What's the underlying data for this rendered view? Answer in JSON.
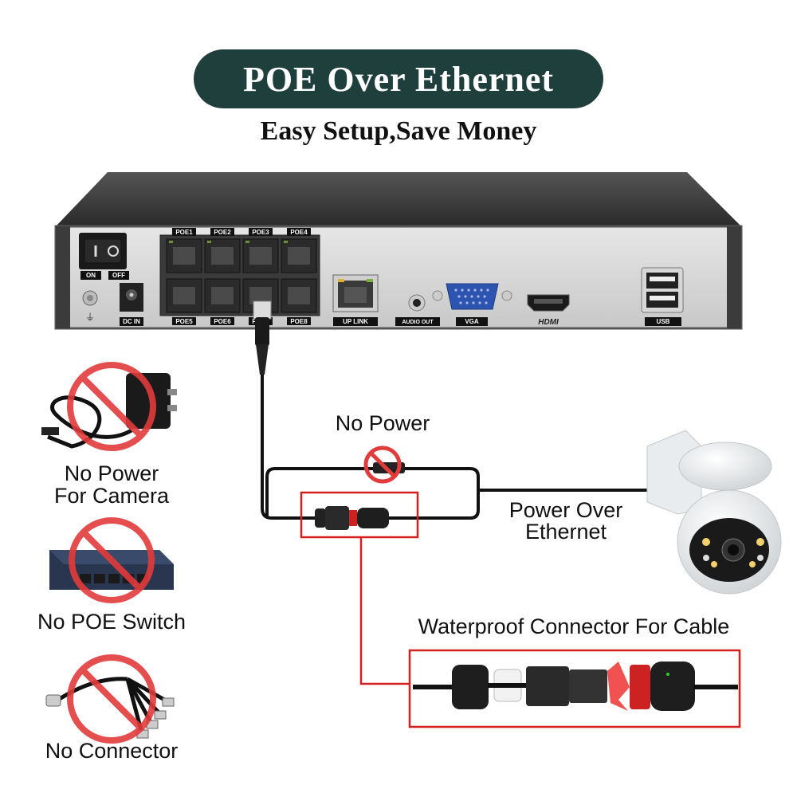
{
  "header": {
    "title": "POE Over Ethernet",
    "subtitle": "Easy Setup,Save Money"
  },
  "nvr": {
    "power_on": "ON",
    "power_off": "OFF",
    "dc_in": "DC IN",
    "poe_ports": [
      "POE1",
      "POE2",
      "POE3",
      "POE4",
      "POE5",
      "POE6",
      "POE7",
      "POE8"
    ],
    "uplink": "UP LINK",
    "audio_out": "AUDIO OUT",
    "vga": "VGA",
    "hdmi": "HDMI",
    "usb": "USB"
  },
  "diagram": {
    "no_power": "No Power",
    "power_over_ethernet_line1": "Power Over",
    "power_over_ethernet_line2": "Ethernet",
    "waterproof": "Waterproof Connector For Cable"
  },
  "left_panel": {
    "item1_line1": "No Power",
    "item1_line2": "For Camera",
    "item2": "No POE Switch",
    "item3": "No Connector"
  },
  "colors": {
    "accent": "#1f3f3c",
    "prohibit": "#e23b3b",
    "highlight_box": "#d62020"
  }
}
